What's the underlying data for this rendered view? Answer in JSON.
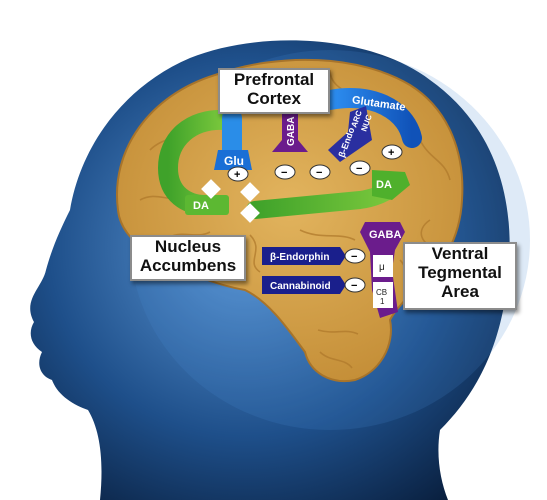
{
  "regions": {
    "prefrontal": {
      "line1": "Prefrontal",
      "line2": "Cortex"
    },
    "nucleus": {
      "line1": "Nucleus",
      "line2": "Accumbens"
    },
    "vta": {
      "line1": "Ventral",
      "line2": "Tegmental",
      "line3": "Area"
    }
  },
  "neurotransmitters": {
    "glutamate": "Glutamate",
    "glu": "Glu",
    "gaba_pfc": "GABA",
    "beta_endo_pfc": "β-Endo",
    "arc": "ARC",
    "nuc": "NUC",
    "da_left": "DA",
    "da_right": "DA",
    "gaba_vta": "GABA",
    "beta_endorphin": "β-Endorphin",
    "cannabinoid": "Cannabinoid",
    "mu": "μ",
    "cb_top": "CB",
    "cb_bottom": "1"
  },
  "signs": {
    "plus": "+",
    "minus": "−"
  },
  "colors": {
    "head": "#1b4f86",
    "brain": "#d6a24a",
    "glutamate": "#1e6fd9",
    "dopamine": "#55b02c",
    "gaba": "#6b1c8c",
    "navy": "#1a1f8c"
  }
}
